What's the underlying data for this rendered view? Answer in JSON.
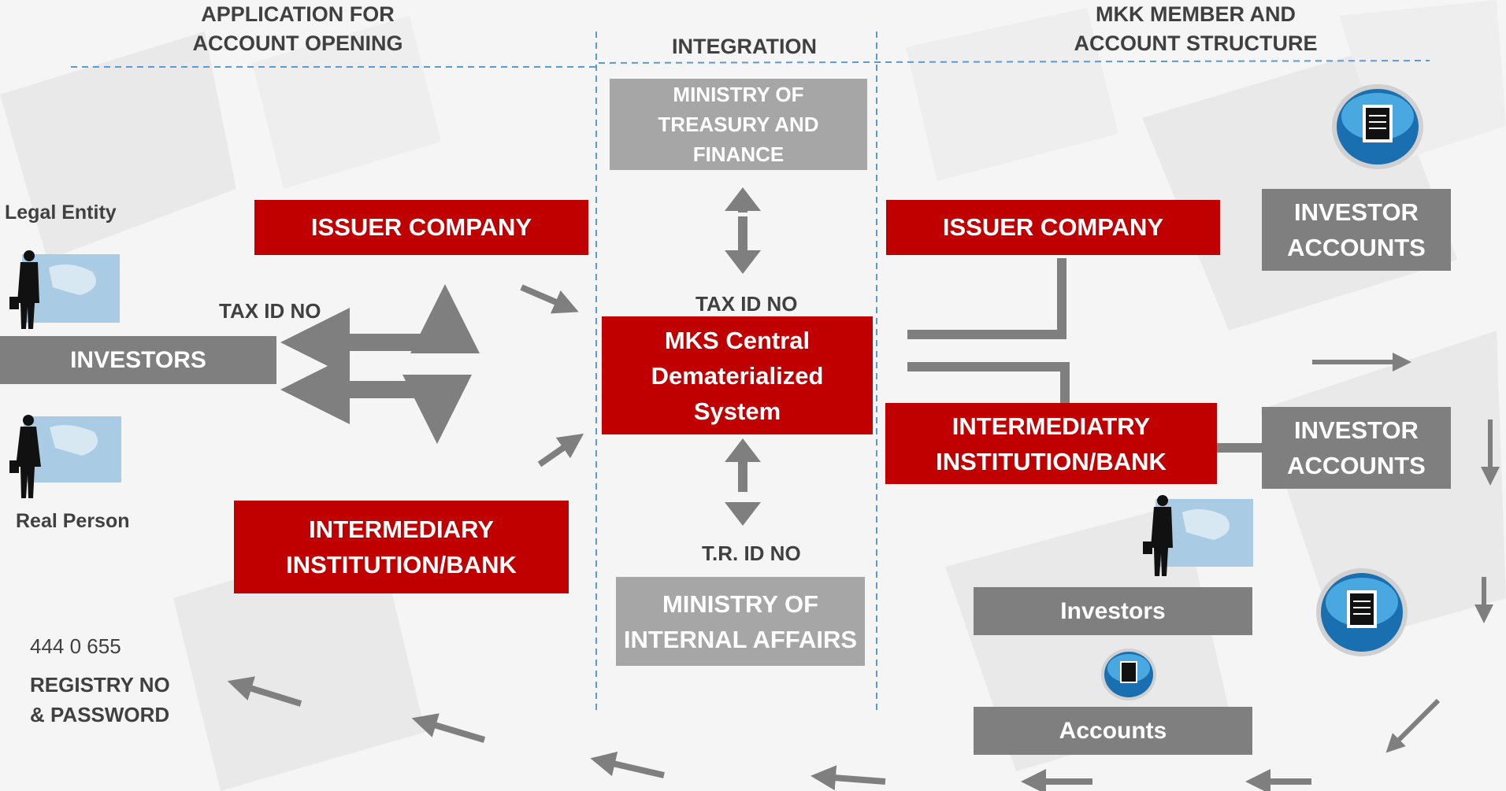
{
  "headers": {
    "application": "APPLICATION FOR\nACCOUNT OPENING",
    "integration": "INTEGRATION",
    "mkk": "MKK MEMBER AND\nACCOUNT STRUCTURE"
  },
  "left": {
    "legal_entity": "Legal Entity",
    "investors": "INVESTORS",
    "real_person": "Real Person",
    "tax_id": "TAX ID NO",
    "issuer_company": "ISSUER COMPANY",
    "intermediary": "INTERMEDIARY\nINSTITUTION/BANK",
    "phone": "444 0 655",
    "registry": "REGISTRY NO\n& PASSWORD"
  },
  "center": {
    "ministry_treasury": "MINISTRY OF\nTREASURY AND\nFINANCE",
    "tax_id": "TAX ID NO",
    "mks": "MKS Central\nDematerialized\nSystem",
    "tr_id": "T.R. ID NO",
    "ministry_internal": "MINISTRY OF\nINTERNAL AFFAIRS"
  },
  "right": {
    "issuer_company": "ISSUER COMPANY",
    "intermediary": "INTERMEDIATRY\nINSTITUTION/BANK",
    "investor_accounts_1": "INVESTOR\nACCOUNTS",
    "investor_accounts_2": "INVESTOR\nACCOUNTS",
    "investors": "Investors",
    "accounts": "Accounts"
  },
  "colors": {
    "red": "#c00000",
    "dark_gray": "#7f7f7f",
    "light_gray": "#a6a6a6",
    "arrow": "#7f7f7f",
    "dashed": "#5b9bd5"
  },
  "icons": [
    "person-icon",
    "document-icon",
    "arrow-icon"
  ]
}
